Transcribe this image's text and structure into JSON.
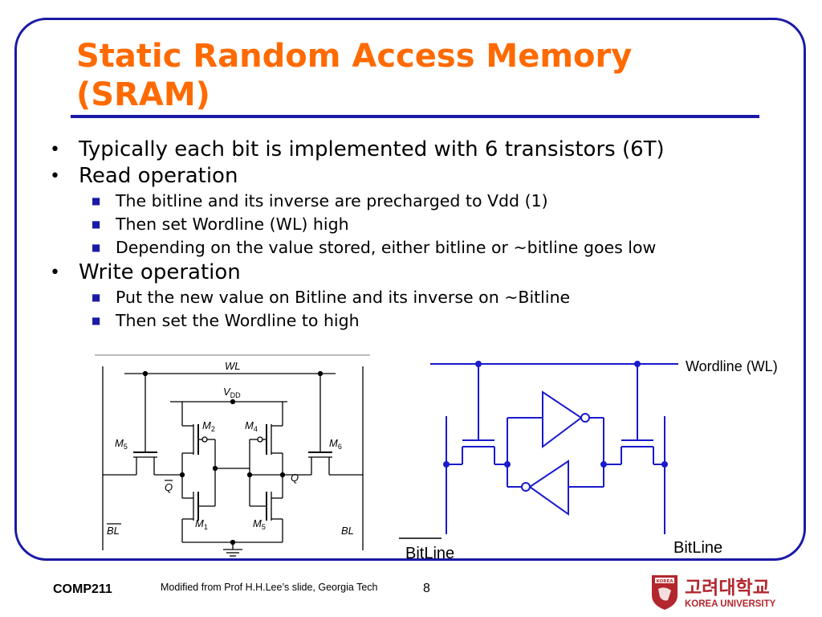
{
  "slide": {
    "title_line1": "Static Random Access Memory",
    "title_line2": "(SRAM)",
    "bullets": [
      {
        "level": 1,
        "text": "Typically each bit is implemented with 6 transistors (6T)"
      },
      {
        "level": 1,
        "text": "Read operation"
      },
      {
        "level": 2,
        "text": "The bitline and its inverse are precharged to Vdd (1)"
      },
      {
        "level": 2,
        "text": "Then set Wordline (WL) high"
      },
      {
        "level": 2,
        "text": "Depending on the value stored, either bitline or ~bitline goes low"
      },
      {
        "level": 1,
        "text": "Write operation"
      },
      {
        "level": 2,
        "text": "Put the new value on Bitline and its inverse on ~Bitline"
      },
      {
        "level": 2,
        "text": "Then set the Wordline to high"
      }
    ],
    "bullet_glyph": "•",
    "sub_bullet_glyph": "■",
    "colors": {
      "title": "#ff6a00",
      "accent": "#1a1aa6",
      "circuit": "#1a1acc"
    }
  },
  "left_circuit": {
    "wl": "WL",
    "vdd_main": "V",
    "vdd_sub": "DD",
    "m1": "M",
    "m1_sub": "1",
    "m2": "M",
    "m2_sub": "2",
    "m4": "M",
    "m4_sub": "4",
    "m5a": "M",
    "m5a_sub": "5",
    "m5b": "M",
    "m5b_sub": "5",
    "m6": "M",
    "m6_sub": "6",
    "q": "Q",
    "q_bar": "Q",
    "bl_bar": "BL",
    "bl": "BL"
  },
  "right_circuit": {
    "wordline_label": "Wordline (WL)",
    "bitline_bar_label": "BitLine",
    "bitline_label": "BitLine"
  },
  "footer": {
    "course": "COMP211",
    "credit": "Modified from Prof H.H.Lee’s slide, Georgia Tech",
    "page": "8",
    "logo_korean": "고려대학교",
    "logo_english": "KOREA UNIVERSITY",
    "logo_crest_text": "KOREA"
  }
}
